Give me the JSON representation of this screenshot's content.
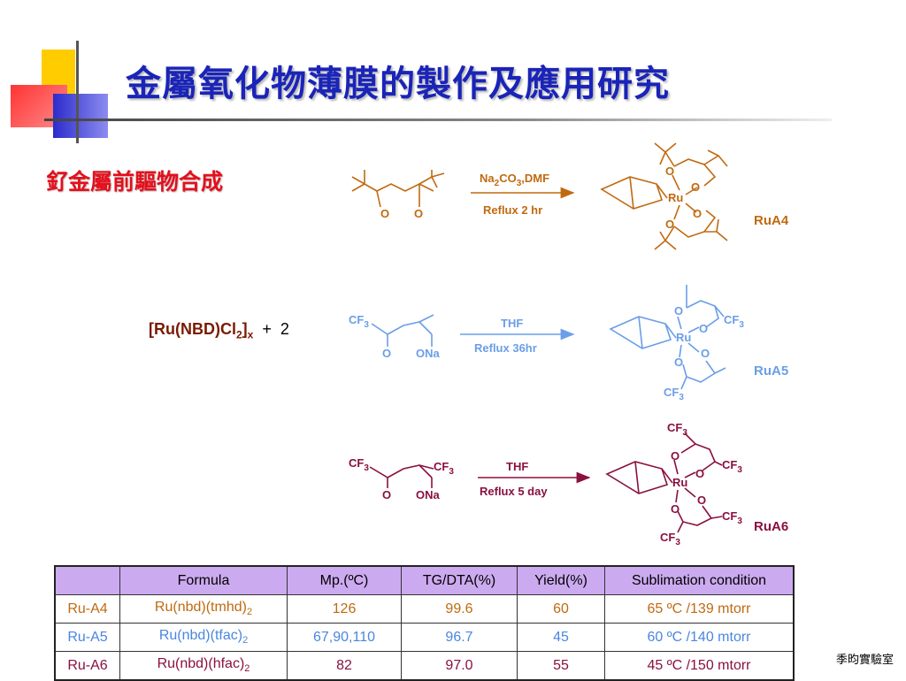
{
  "slide": {
    "title": "金屬氧化物薄膜的製作及應用研究",
    "subtitle": "釕金屬前驅物合成",
    "footer": "季昀實驗室",
    "colors": {
      "title": "#1a24b8",
      "subtitle": "#e4101c",
      "ruA4": "#c06a10",
      "ruA5": "#6a9ee8",
      "ruA6": "#8a1040",
      "table_header": "#ccaaf0"
    }
  },
  "reactant": {
    "formula_parts": [
      "[Ru(NBD)Cl",
      "2",
      "]",
      "x"
    ],
    "plus": "+",
    "coefficient": "2"
  },
  "reactions": [
    {
      "ligand_labels": [
        "O",
        "O"
      ],
      "condition_parts": [
        "Na",
        "2",
        "CO",
        "3",
        ",DMF"
      ],
      "condition_line2": "Reflux  2 hr",
      "product_labels": [
        "O",
        "O",
        "O",
        "O",
        "Ru"
      ],
      "product_name": "RuA4"
    },
    {
      "ligand_labels": [
        "CF",
        "3",
        "O",
        "ONa"
      ],
      "condition": "THF",
      "condition_line2": "Reflux  36hr",
      "product_labels": [
        "O",
        "O",
        "O",
        "O",
        "Ru",
        "CF",
        "3",
        "CF",
        "3"
      ],
      "product_name": "RuA5"
    },
    {
      "ligand_labels": [
        "CF",
        "3",
        "CF",
        "3",
        "O",
        "ONa"
      ],
      "condition": "THF",
      "condition_line2": "Reflux  5 day",
      "product_labels": [
        "O",
        "O",
        "O",
        "O",
        "Ru",
        "CF",
        "3",
        "CF",
        "3",
        "CF",
        "3",
        "CF",
        "3"
      ],
      "product_name": "RuA6"
    }
  ],
  "table": {
    "headers": [
      "",
      "Formula",
      "Mp.(ºC)",
      "TG/DTA(%)",
      "Yield(%)",
      "Sublimation condition"
    ],
    "rows": [
      {
        "id": "Ru-A4",
        "formula": "Ru(nbd)(tmhd)",
        "formula_sub": "2",
        "mp": "126",
        "tg": "99.6",
        "yield": "60",
        "sublimation": "65 ºC /139 mtorr"
      },
      {
        "id": "Ru-A5",
        "formula": "Ru(nbd)(tfac)",
        "formula_sub": "2",
        "mp": "67,90,110",
        "tg": "96.7",
        "yield": "45",
        "sublimation": "60 ºC /140 mtorr"
      },
      {
        "id": "Ru-A6",
        "formula": "Ru(nbd)(hfac)",
        "formula_sub": "2",
        "mp": "82",
        "tg": "97.0",
        "yield": "55",
        "sublimation": "45 ºC /150 mtorr"
      }
    ]
  }
}
